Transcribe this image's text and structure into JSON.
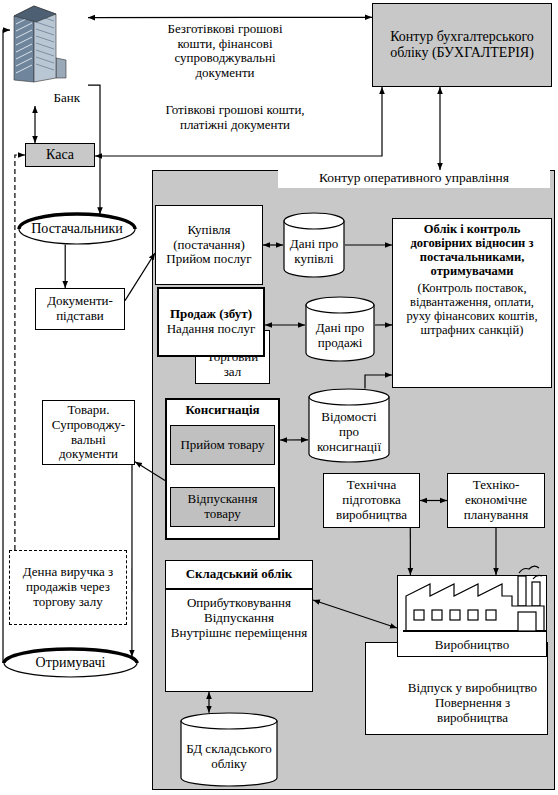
{
  "diagram": {
    "nodes": [
      {
        "text": [
          "Банк"
        ]
      },
      {
        "text": [
          "Контур бухгалтерського обліку (БУХГАЛТЕРІЯ)"
        ]
      },
      {
        "text": [
          "Каса"
        ]
      },
      {
        "text": [
          "Постачальники"
        ]
      },
      {
        "text": [
          "Документи-підстави"
        ]
      },
      {
        "text": [
          "Товари. Супроводжу-вальні документи"
        ]
      },
      {
        "text": [
          "Денна виручка з продажів через торгову залу"
        ]
      },
      {
        "text": [
          "Отримувачі"
        ]
      },
      {
        "text": [
          "Контур оперативного управління"
        ]
      },
      {
        "text": [
          "Купівля (постачання)",
          "Прийом послуг"
        ],
        "in": 8
      },
      {
        "text": [
          "Продаж (збут)",
          "Надання послуг"
        ],
        "in": 8
      },
      {
        "text": [
          "Торговий зал"
        ],
        "in": 8
      },
      {
        "text": [
          "Консигнація"
        ],
        "in": 8
      },
      {
        "text": [
          "Прийом товару"
        ],
        "in": 12
      },
      {
        "text": [
          "Відпускання товару"
        ],
        "in": 12
      },
      {
        "text": [
          "Дані про купівлі"
        ],
        "in": 8
      },
      {
        "text": [
          "Дані про продажі"
        ],
        "in": 8
      },
      {
        "text": [
          "Відомості про консигнації"
        ],
        "in": 8
      },
      {
        "text": [
          "Облік і контроль договірних відносин з постачальниками, отримувачами",
          "(Контроль поставок, відвантаження, оплати, руху фінансових коштів, штрафних санкцій)"
        ],
        "in": 8
      },
      {
        "text": [
          "Технічна підготовка виробництва"
        ],
        "in": 8
      },
      {
        "text": [
          "Техніко-економічне планування"
        ],
        "in": 8
      },
      {
        "text": [
          "Складський облік",
          "Оприбутковування",
          "Відпускання",
          "Внутрішнє переміщення"
        ],
        "in": 8
      },
      {
        "text": [
          "Виробництво"
        ],
        "in": 8
      },
      {
        "text": [
          "Відпуск у виробництво",
          "Повернення з виробництва"
        ],
        "in": 8
      },
      {
        "text": [
          "БД складського обліку"
        ],
        "in": 8
      }
    ],
    "edges": [
      {
        "from": 0,
        "to": 1,
        "label": "Безготівкові грошові кошти, фінансові супроводжувальні документи",
        "arrow": "both"
      },
      {
        "from": 2,
        "to": 1,
        "label": "Готівкові грошові кошти, платіжні документи",
        "arrow": "both"
      },
      {
        "from": 0,
        "to": 2,
        "arrow": "both"
      },
      {
        "from": 0,
        "to": 3,
        "arrow": "to"
      },
      {
        "from": 3,
        "to": 4,
        "arrow": "to"
      },
      {
        "from": 4,
        "to": 9,
        "arrow": "to"
      },
      {
        "from": 12,
        "to": 5,
        "arrow": "to"
      },
      {
        "from": 5,
        "to": 7,
        "arrow": "to"
      },
      {
        "from": 6,
        "to": 2,
        "arrow": "to"
      },
      {
        "from": 7,
        "to": 0,
        "arrow": "to"
      },
      {
        "from": 9,
        "to": 15,
        "arrow": "both"
      },
      {
        "from": 10,
        "to": 16,
        "arrow": "both"
      },
      {
        "from": 12,
        "to": 17,
        "arrow": "both"
      },
      {
        "from": 15,
        "to": 18,
        "arrow": "to"
      },
      {
        "from": 16,
        "to": 18,
        "arrow": "to"
      },
      {
        "from": 17,
        "to": 18,
        "arrow": "to"
      },
      {
        "from": 19,
        "to": 20,
        "arrow": "both"
      },
      {
        "from": 19,
        "to": 22,
        "arrow": "to"
      },
      {
        "from": 20,
        "to": 22,
        "arrow": "to"
      },
      {
        "from": 21,
        "to": 22,
        "arrow": "both"
      },
      {
        "from": 21,
        "to": 24,
        "arrow": "both"
      },
      {
        "from": 8,
        "to": 1,
        "arrow": "both"
      }
    ]
  }
}
